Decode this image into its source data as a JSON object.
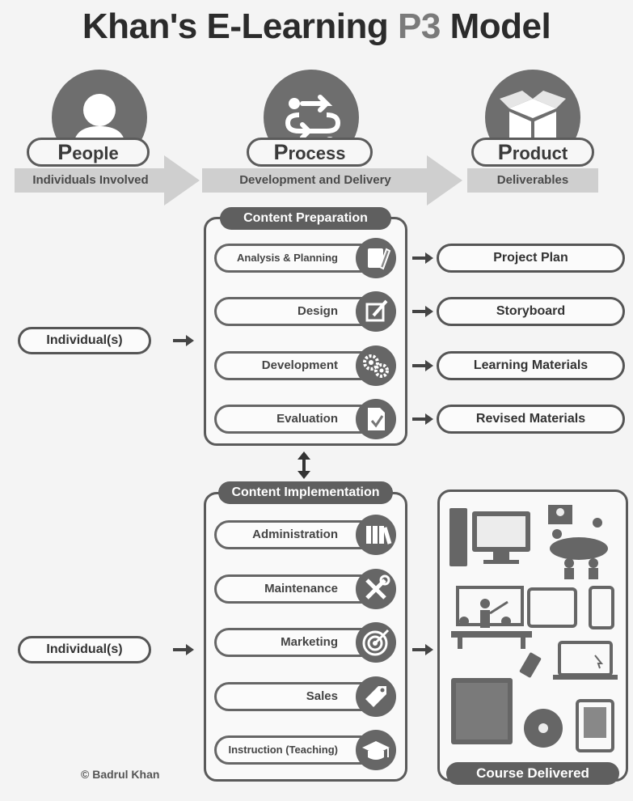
{
  "title": {
    "prefix": "Khan's E-Learning ",
    "highlight": "P3",
    "suffix": " Model"
  },
  "columns": [
    {
      "label_initial": "P",
      "label_rest": "eople",
      "subtitle": "Individuals Involved",
      "icon": "person-icon"
    },
    {
      "label_initial": "P",
      "label_rest": "rocess",
      "subtitle": "Development and Delivery",
      "icon": "process-arrows-icon"
    },
    {
      "label_initial": "P",
      "label_rest": "roduct",
      "subtitle": "Deliverables",
      "icon": "box-icon"
    }
  ],
  "preparation": {
    "title": "Content Preparation",
    "individual": "Individual(s)",
    "steps": [
      {
        "label": "Analysis & Planning",
        "icon": "pencil-note-icon",
        "output": "Project Plan"
      },
      {
        "label": "Design",
        "icon": "edit-icon",
        "output": "Storyboard"
      },
      {
        "label": "Development",
        "icon": "gears-icon",
        "output": "Learning Materials"
      },
      {
        "label": "Evaluation",
        "icon": "checked-document-icon",
        "output": "Revised Materials"
      }
    ]
  },
  "implementation": {
    "title": "Content Implementation",
    "individual": "Individual(s)",
    "steps": [
      {
        "label": "Administration",
        "icon": "binders-icon"
      },
      {
        "label": "Maintenance",
        "icon": "tools-icon"
      },
      {
        "label": "Marketing",
        "icon": "target-icon"
      },
      {
        "label": "Sales",
        "icon": "price-tag-icon"
      },
      {
        "label": "Instruction (Teaching)",
        "icon": "graduation-cap-icon"
      }
    ]
  },
  "delivered": {
    "title": "Course Delivered"
  },
  "footer": "© Badrul Khan"
}
